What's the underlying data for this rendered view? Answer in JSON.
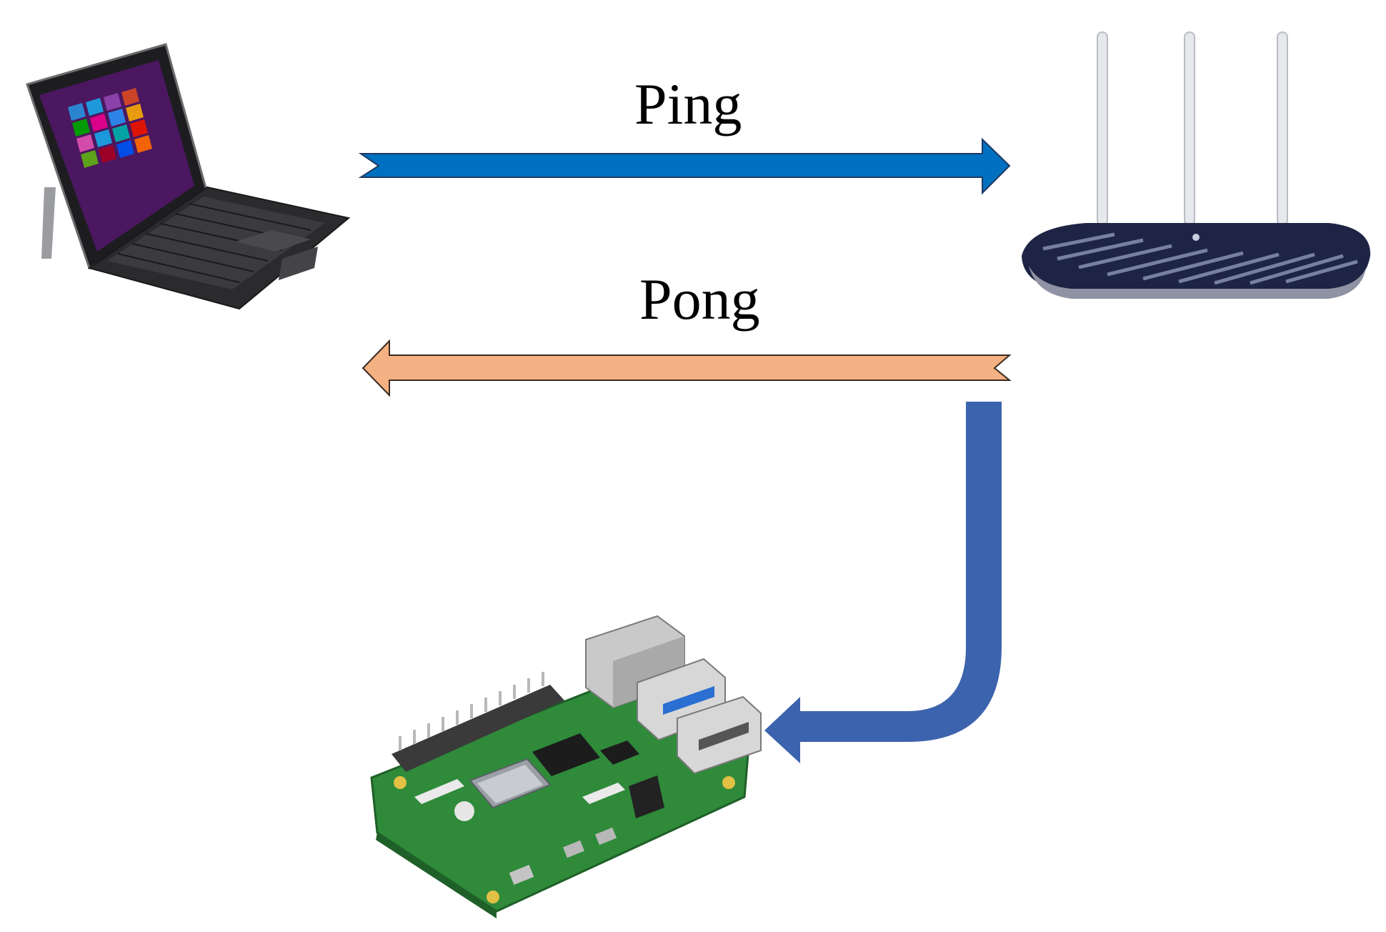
{
  "labels": {
    "ping": "Ping",
    "pong": "Pong"
  },
  "nodes": [
    {
      "id": "laptop",
      "icon": "tablet-laptop-icon"
    },
    {
      "id": "router",
      "icon": "wifi-router-icon"
    },
    {
      "id": "raspberry-pi",
      "icon": "raspberry-pi-board-icon"
    }
  ],
  "arrows": [
    {
      "from": "laptop",
      "to": "router",
      "label_key": "ping",
      "color": "#0070c0"
    },
    {
      "from": "router",
      "to": "laptop",
      "label_key": "pong",
      "color": "#f4b183"
    },
    {
      "from": "router",
      "to": "raspberry-pi",
      "color": "#3c63ae"
    }
  ],
  "colors": {
    "ping_arrow": "#0070c0",
    "pong_arrow": "#f4b183",
    "bent_arrow": "#3c63ae",
    "router_body": "#1e2444",
    "pcb_green": "#2f8a3a",
    "laptop_body": "#2b2b2e"
  }
}
